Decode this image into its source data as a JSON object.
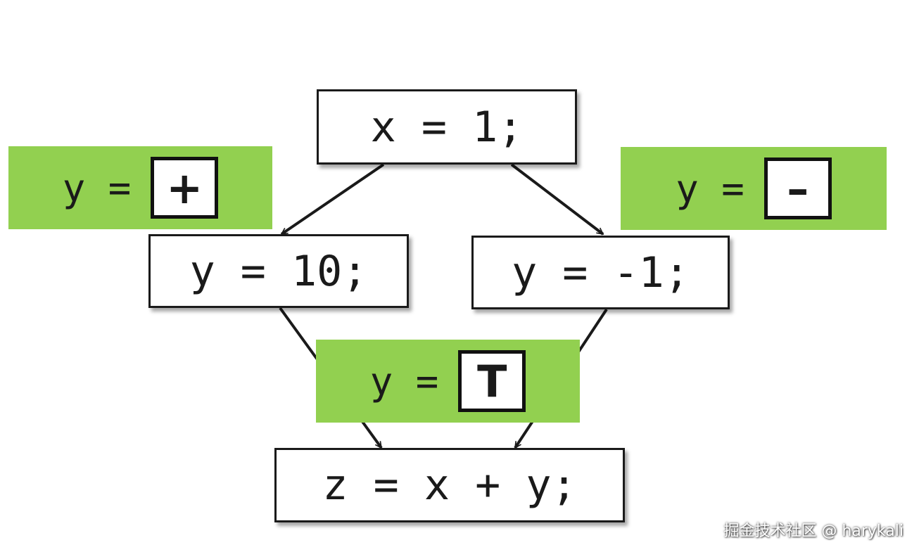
{
  "nodes": {
    "assign_x": "x = 1;",
    "assign_y_pos": "y = 10;",
    "assign_y_neg": "y = -1;",
    "assign_z": "z = x + y;"
  },
  "facts": {
    "left": {
      "text": "y =",
      "value": "+"
    },
    "right": {
      "text": "y =",
      "value": "–"
    },
    "merge": {
      "text": "y =",
      "value": "T"
    }
  },
  "watermark": "掘金技术社区 @ harykali",
  "colors": {
    "fact_background": "#92d050",
    "node_border": "#1a1a1a",
    "edge": "#1a1a1a"
  }
}
